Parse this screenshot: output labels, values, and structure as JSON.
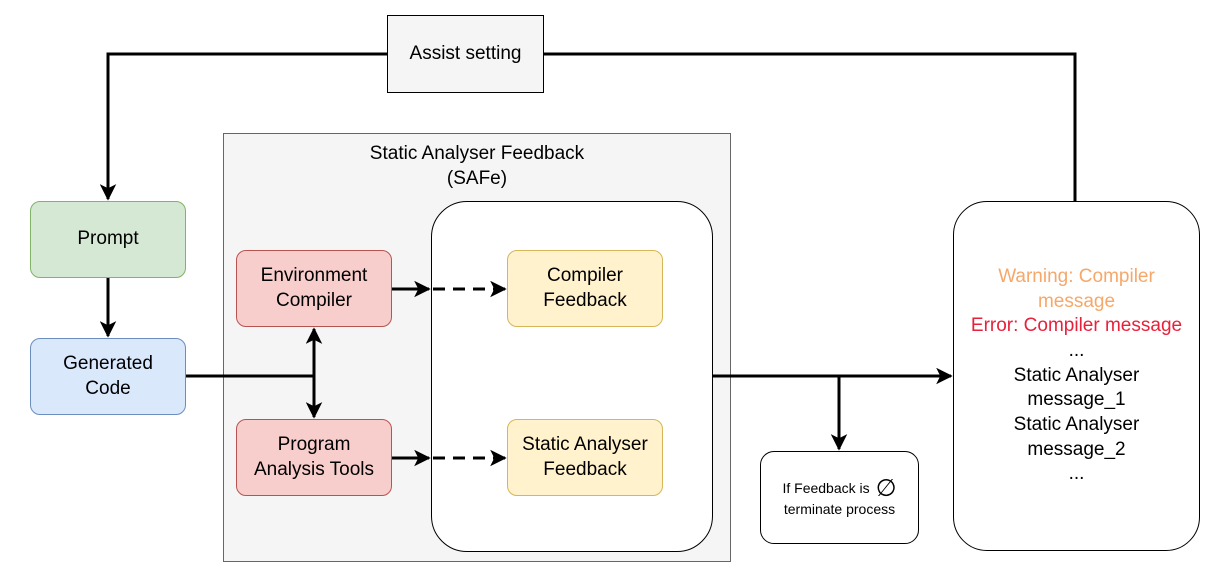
{
  "nodes": {
    "assist_setting": "Assist setting",
    "safe_title_line1": "Static Analyser Feedback",
    "safe_title_line2": "(SAFe)",
    "prompt": "Prompt",
    "generated_code_line1": "Generated",
    "generated_code_line2": "Code",
    "environment_compiler_line1": "Environment",
    "environment_compiler_line2": "Compiler",
    "program_analysis_line1": "Program",
    "program_analysis_line2": "Analysis Tools",
    "compiler_feedback_line1": "Compiler",
    "compiler_feedback_line2": "Feedback",
    "static_analyser_feedback_line1": "Static Analyser",
    "static_analyser_feedback_line2": "Feedback",
    "terminate_line1": "If Feedback is",
    "terminate_symbol": "∅",
    "terminate_line2": "terminate process"
  },
  "output": {
    "warning_line1": "Warning: Compiler",
    "warning_line2": "message",
    "error": "Error: Compiler message",
    "ellipsis1": "...",
    "sa_msg1_line1": "Static Analyser",
    "sa_msg1_line2": "message_1",
    "sa_msg2_line1": "Static Analyser",
    "sa_msg2_line2": "message_2",
    "ellipsis2": "..."
  },
  "colors": {
    "prompt_fill": "#d5e8d4",
    "code_fill": "#dae8fc",
    "tool_fill": "#f8cecc",
    "feedback_fill": "#fff2cc",
    "warning_text": "#f6a86a",
    "error_text": "#e8213b"
  }
}
